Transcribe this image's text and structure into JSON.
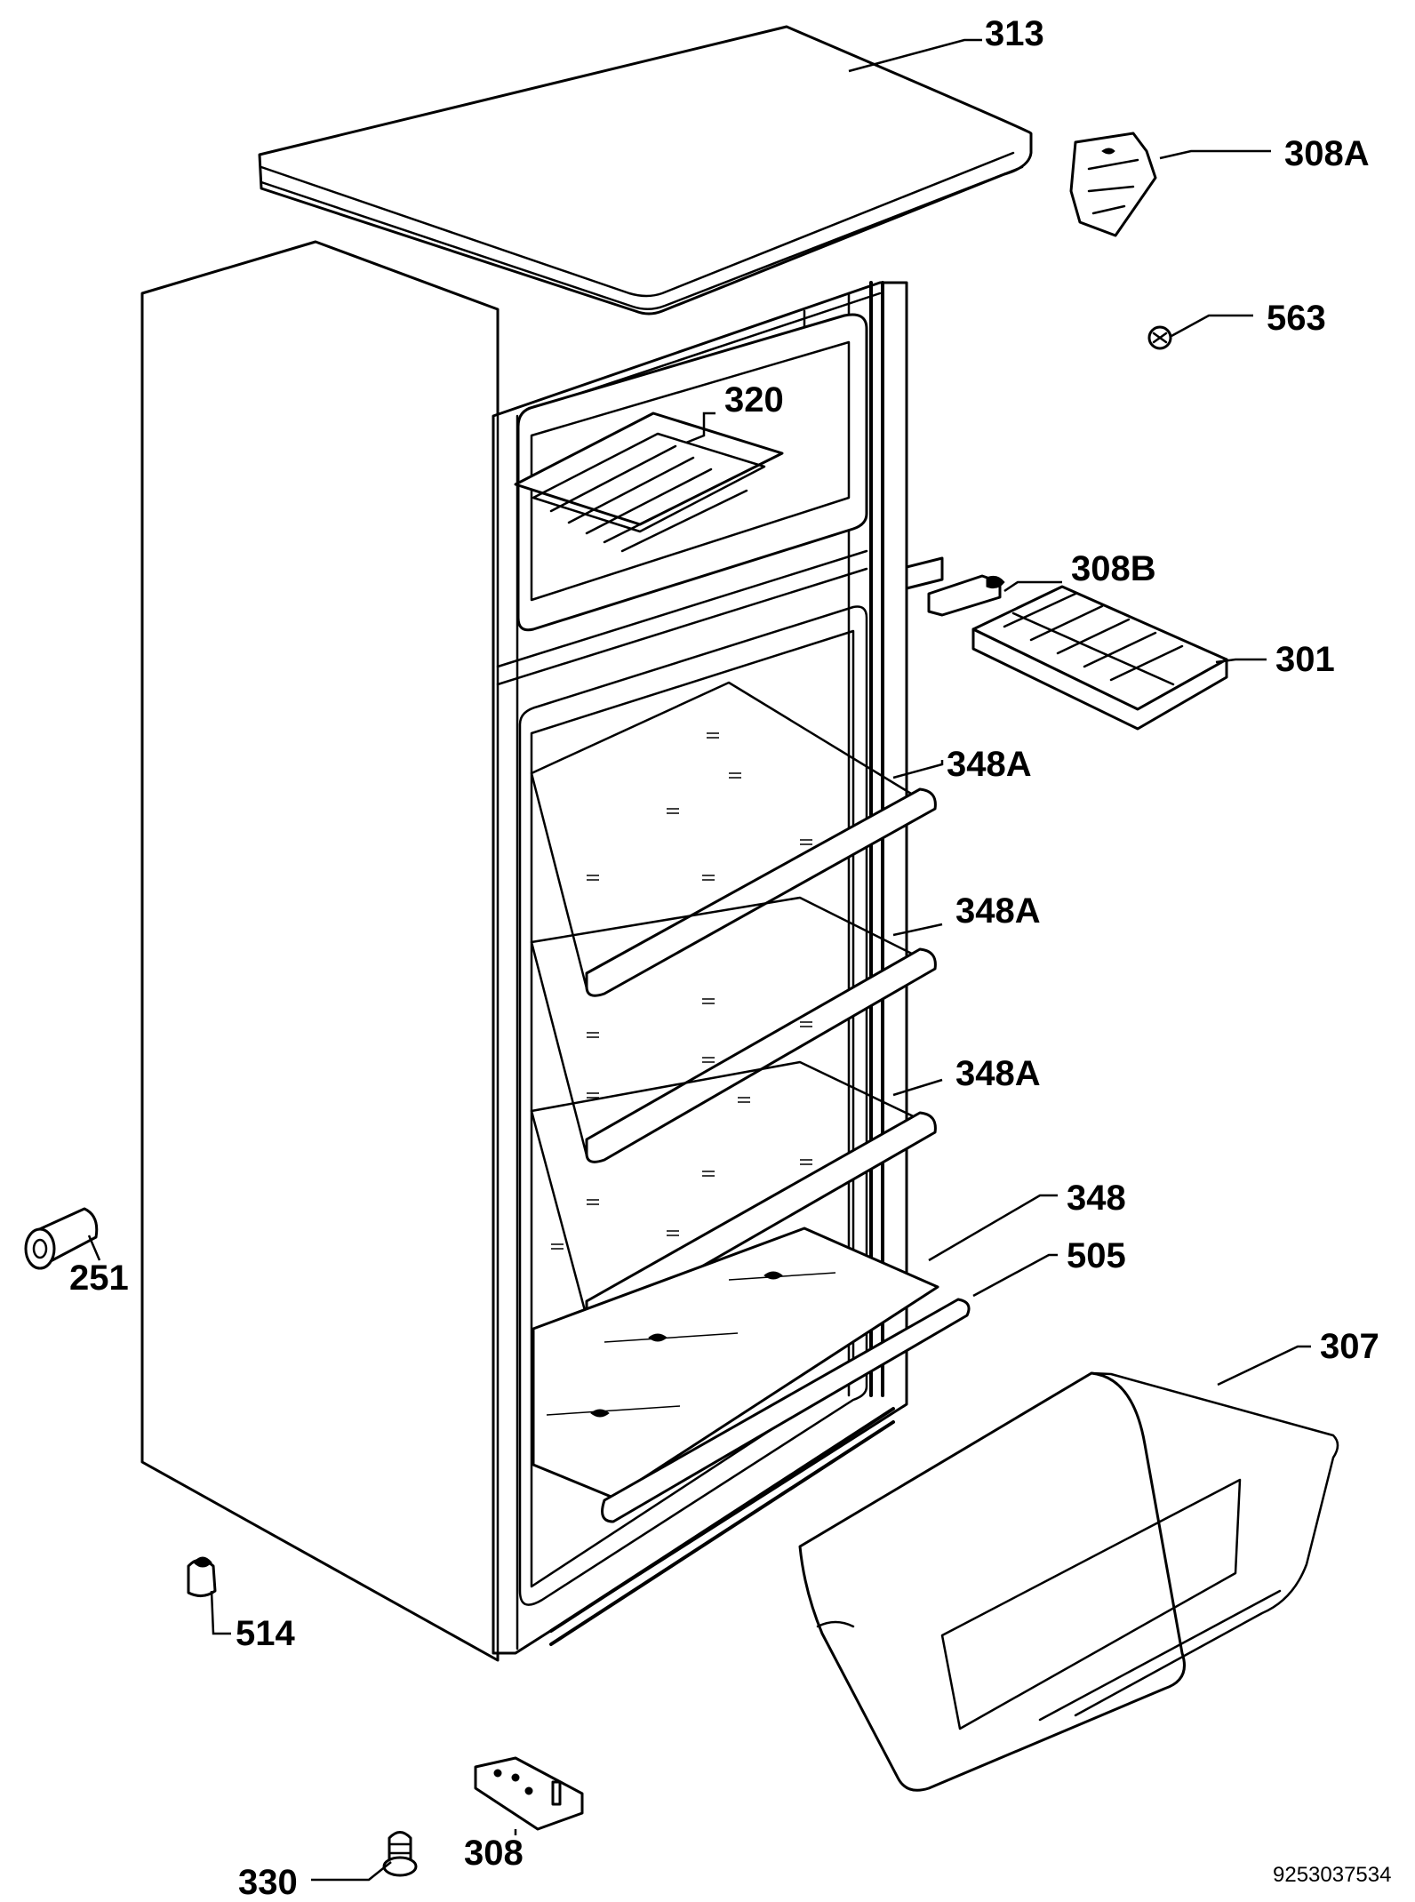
{
  "labels": {
    "p313": "313",
    "p308A": "308A",
    "p563": "563",
    "p320": "320",
    "p308B": "308B",
    "p301": "301",
    "p348A_1": "348A",
    "p348A_2": "348A",
    "p348A_3": "348A",
    "p348": "348",
    "p505": "505",
    "p307": "307",
    "p251": "251",
    "p514": "514",
    "p308": "308",
    "p330": "330"
  },
  "document_number": "9253037534"
}
